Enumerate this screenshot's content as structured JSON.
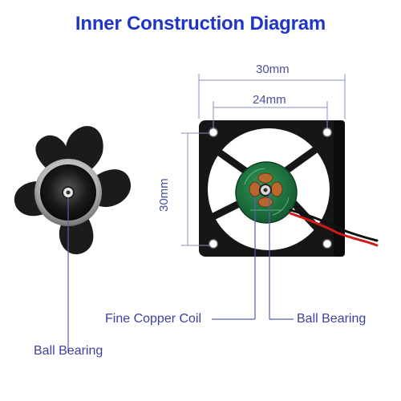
{
  "title": "Inner Construction Diagram",
  "dimensions": {
    "outer_width": "30mm",
    "inner_width": "24mm",
    "height": "30mm"
  },
  "labels": {
    "fine_copper_coil": "Fine Copper Coil",
    "ball_bearing_right": "Ball Bearing",
    "ball_bearing_left": "Ball Bearing"
  },
  "colors": {
    "title": "#1f35c8",
    "label_text": "#3b3f9a",
    "leader_line": "#5a5fb0",
    "frame": "#151515",
    "pcb": "#1f7a43",
    "copper": "#b8672e"
  }
}
